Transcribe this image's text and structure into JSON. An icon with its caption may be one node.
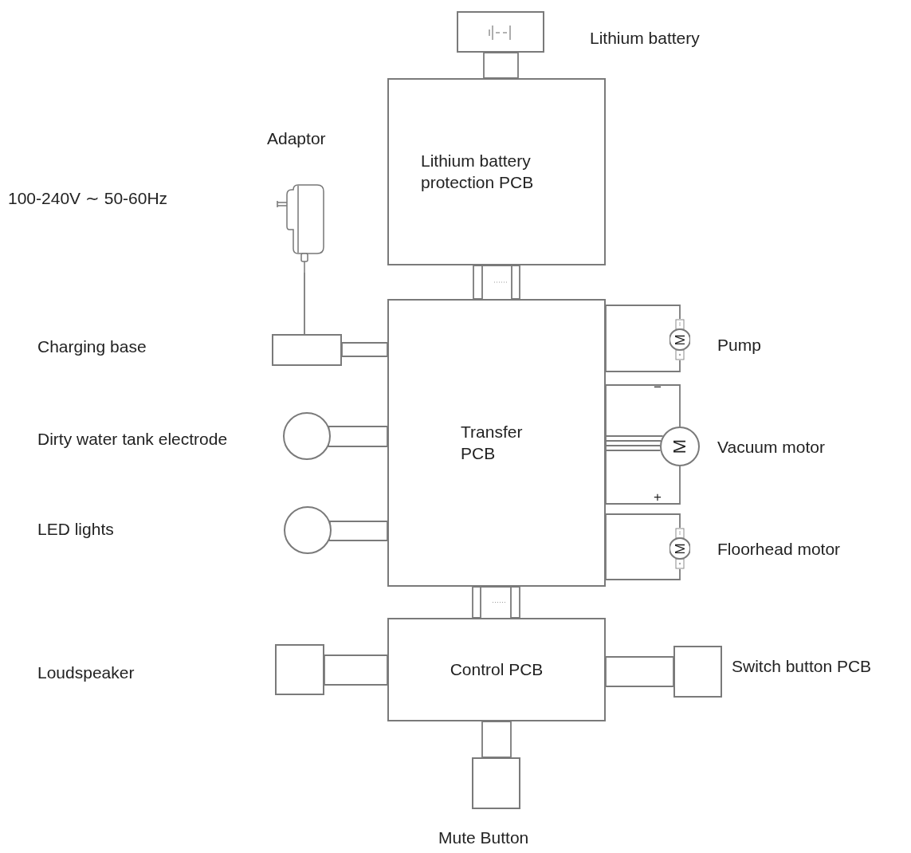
{
  "diagram": {
    "nodes": [
      {
        "text": [],
        "shape": "box",
        "beside": [
          "Lithium battery"
        ]
      },
      {
        "text": [
          "Lithium battery protection PCB"
        ]
      },
      {
        "text": [
          "Transfer PCB"
        ]
      },
      {
        "text": [],
        "shape": "picture",
        "beside": [
          "Adaptor"
        ]
      },
      {
        "text": [],
        "shape": "box"
      },
      {
        "text": [],
        "shape": "circle",
        "beside": [
          "Dirty water tank electrode"
        ]
      },
      {
        "text": [],
        "shape": "circle"
      },
      {
        "text": [
          "M"
        ],
        "beside": [
          "Pump"
        ]
      },
      {
        "text": [
          "M"
        ],
        "beside": [
          "Vacuum motor"
        ]
      },
      {
        "text": [
          "M"
        ],
        "beside": [
          "Floorhead motor"
        ]
      },
      {
        "text": [
          "Control PCB"
        ]
      },
      {
        "text": [],
        "shape": "box"
      },
      {
        "text": [],
        "shape": "box",
        "beside": [
          "Switch button PCB"
        ]
      },
      {
        "text": [],
        "shape": "box",
        "beside": [
          "Mute Button"
        ]
      }
    ],
    "edges": [
      {
        "from": 0,
        "to": 1,
        "arrow": "none"
      },
      {
        "from": 1,
        "to": 2,
        "arrow": "none"
      },
      {
        "from": 3,
        "to": 4,
        "arrow": "none"
      },
      {
        "from": 4,
        "to": 2,
        "arrow": "none"
      },
      {
        "from": 5,
        "to": 2,
        "arrow": "none"
      },
      {
        "from": 6,
        "to": 2,
        "arrow": "none"
      },
      {
        "from": 2,
        "to": 7,
        "arrow": "none"
      },
      {
        "from": 2,
        "to": 8,
        "arrow": "none"
      },
      {
        "from": 2,
        "to": 9,
        "arrow": "none"
      },
      {
        "from": 2,
        "to": 10,
        "arrow": "none"
      },
      {
        "from": 10,
        "to": 11,
        "arrow": "none"
      },
      {
        "from": 10,
        "to": 12,
        "arrow": "none"
      },
      {
        "from": 10,
        "to": 13,
        "arrow": "none"
      }
    ],
    "labels": [
      "100-240V ∼ 50-60Hz",
      "Charging base",
      "−",
      "+",
      "LED lights",
      "Loudspeaker"
    ]
  }
}
